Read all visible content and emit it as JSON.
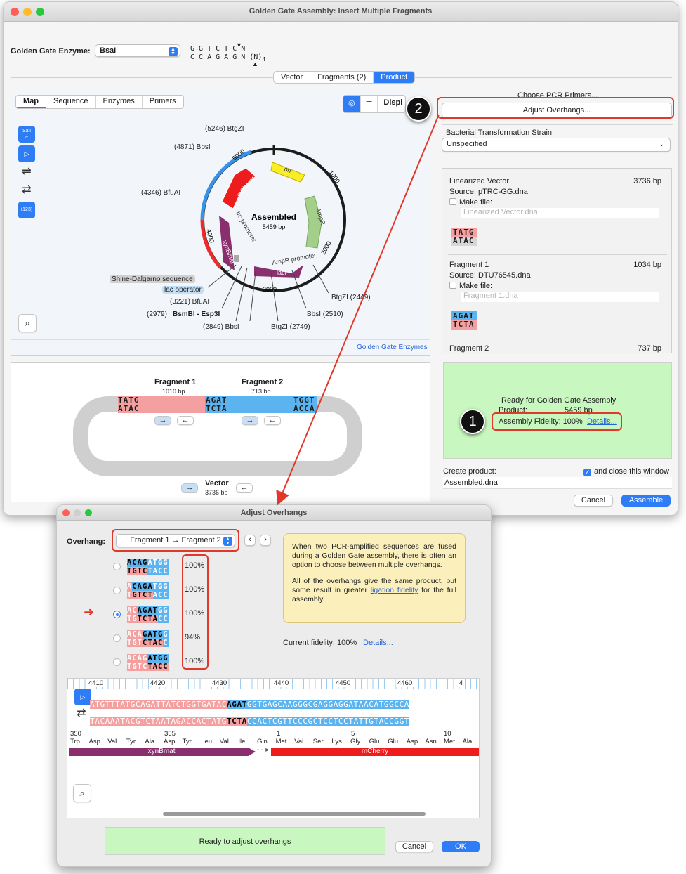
{
  "main_window": {
    "title": "Golden Gate Assembly: Insert Multiple Fragments",
    "enzyme_label": "Golden Gate Enzyme:",
    "enzyme_value": "BsaI",
    "site_top": "G G T C T C N",
    "site_bottom": "C C A G A G N (N)",
    "site_sub": "4",
    "tabs": [
      "Vector",
      "Fragments (2)",
      "Product"
    ],
    "selected_tab": "Product",
    "map_tabs": [
      "Map",
      "Sequence",
      "Enzymes",
      "Primers"
    ],
    "display_btn": "Displ",
    "plasmid": {
      "name": "Assembled",
      "size": "5459 bp",
      "ticks": [
        "5000",
        "1000",
        "2000",
        "3000",
        "4000"
      ],
      "features": [
        "ori",
        "AmpR",
        "AmpR promoter",
        "lacI",
        "trc promoter",
        "xynBmat'",
        "mCherry"
      ],
      "sites": [
        "(5246)  BtgZI",
        "(4871)  BbsI",
        "(4346)  BfuAI",
        "Shine-Dalgarno sequence",
        "lac operator",
        "(3221)  BfuAI",
        "(2979)",
        "BsmBI - Esp3I",
        "(2849)  BbsI",
        "BtgZI  (2749)",
        "BbsI  (2510)",
        "BtgZI  (2449)"
      ]
    },
    "golden_gate_enzymes_link": "Golden Gate Enzymes",
    "diagram": {
      "fragment1_label": "Fragment 1",
      "fragment1_size": "1010 bp",
      "fragment2_label": "Fragment 2",
      "fragment2_size": "713 bp",
      "vector_label": "Vector",
      "vector_size": "3736 bp",
      "oh1_top": "TATG",
      "oh1_bot": "ATAC",
      "oh2_top": "AGAT",
      "oh2_bot": "TCTA",
      "oh3_top": "TGGT",
      "oh3_bot": "ACCA"
    },
    "right": {
      "choose_pcr": "Choose PCR Primers...",
      "adjust_overhangs": "Adjust Overhangs...",
      "strain_label": "Bacterial Transformation Strain",
      "strain_value": "Unspecified",
      "linearized_vector_label": "Linearized Vector",
      "linearized_vector_size": "3736 bp",
      "lv_source": "Source:  pTRC-GG.dna",
      "make_file": "Make file:",
      "lv_filename": "Linearized Vector.dna",
      "lv_oh_top": "TATG",
      "lv_oh_bot": "ATAC",
      "fragment1_label": "Fragment 1",
      "fragment1_size": "1034 bp",
      "f1_source": "Source:  DTU76545.dna",
      "f1_filename": "Fragment 1.dna",
      "f1_oh_top": "AGAT",
      "f1_oh_bot": "TCTA",
      "fragment2_label": "Fragment 2",
      "fragment2_size": "737 bp",
      "ready": "Ready for Golden Gate Assembly",
      "product_label": "Product:",
      "product_size": "5459 bp",
      "fidelity": "Assembly Fidelity:  100%",
      "details": "Details...",
      "create_product": "Create product:",
      "close_window": "and close this window",
      "product_name": "Assembled.dna",
      "cancel": "Cancel",
      "assemble": "Assemble"
    }
  },
  "callouts": [
    "1",
    "2"
  ],
  "dialog": {
    "title": "Adjust Overhangs",
    "overhang_label": "Overhang:",
    "overhang_value": "Fragment 1 → Fragment 2",
    "options": [
      {
        "top": "ACAGATGG",
        "bot": "TGTCTACC",
        "pct": "100%"
      },
      {
        "top": "ACAGATGG",
        "bot": "TGTCTACC",
        "pct": "100%"
      },
      {
        "top": "ACAGATGG",
        "bot": "TGTCTACC",
        "pct": "100%"
      },
      {
        "top": "ACAGATGG",
        "bot": "TGTCTACC",
        "pct": "94%"
      },
      {
        "top": "ACAGATGG",
        "bot": "TGTCTACC",
        "pct": "100%"
      }
    ],
    "info_p1": "When two PCR-amplified sequences are fused during a Golden Gate assembly, there is often an option to choose between multiple overhangs.",
    "info_p2a": "All of the overhangs give the same product, but some result in greater ",
    "info_link": "ligation fidelity",
    "info_p2b": " for the full assembly.",
    "current_fidelity": "Current fidelity:  100%",
    "details": "Details...",
    "ruler": [
      "4410",
      "4420",
      "4430",
      "4440",
      "4450",
      "4460",
      "4"
    ],
    "seq_top_left": "ATGTTTATGCAGATTATCTGGTGATAC",
    "seq_top_oh": "AGAT",
    "seq_top_right": "GGTGAGCAAGGGCGAGGAGGATAACATGGCCA",
    "seq_bot_left": "TACAAATACGTCTAATAGACCACTATG",
    "seq_bot_oh": "TCTA",
    "seq_bot_right": "CCACTCGTTCCCGCTCCTCCTATTGTACCGGT",
    "num_left": [
      "350",
      "355"
    ],
    "num_right": [
      "1",
      "5",
      "10"
    ],
    "aa": [
      "Trp",
      "Asp",
      "Val",
      "Tyr",
      "Ala",
      "Asp",
      "Tyr",
      "Leu",
      "Val",
      "Ile",
      "Gln",
      "Met",
      "Val",
      "Ser",
      "Lys",
      "Gly",
      "Glu",
      "Glu",
      "Asp",
      "Asn",
      "Met",
      "Ala"
    ],
    "feature_left": "xynBmat'",
    "feature_right": "mCherry",
    "ready": "Ready to adjust overhangs",
    "cancel": "Cancel",
    "ok": "OK"
  },
  "colors": {
    "accent": "#2e7cf6",
    "pink": "#f4a0a0",
    "blue": "#5bb4f0",
    "red": "#e0392b",
    "green": "#c9f7c0"
  }
}
